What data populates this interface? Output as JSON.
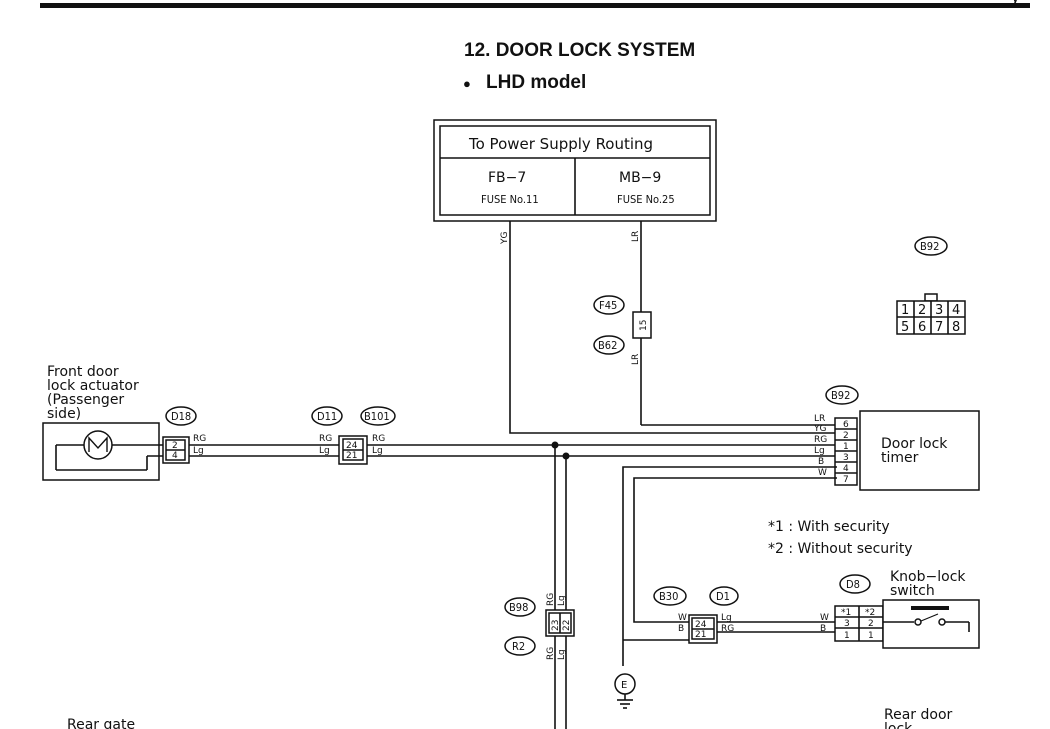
{
  "header": {
    "corner_text": "y",
    "title": "12.  DOOR LOCK SYSTEM",
    "subtitle_bullet": "●",
    "subtitle": "LHD model"
  },
  "power_box": {
    "title": "To Power Supply Routing",
    "left_code": "FB−7",
    "left_fuse": "FUSE No.11",
    "right_code": "MB−9",
    "right_fuse": "FUSE No.25"
  },
  "wire_colors": {
    "yg": "YG",
    "lr": "LR",
    "rg": "RG",
    "lg": "Lg",
    "b": "B",
    "w": "W"
  },
  "connectors": {
    "b92": "B92",
    "f45": "F45",
    "b62": "B62",
    "d18": "D18",
    "d11": "D11",
    "b101": "B101",
    "b98": "B98",
    "r2": "R2",
    "b30": "B30",
    "d1": "D1",
    "d8": "D8"
  },
  "pins": {
    "f45_pin": "15",
    "d18": [
      "2",
      "4"
    ],
    "d11": [
      "24",
      "21"
    ],
    "b98": [
      "23",
      "22"
    ],
    "b30": [
      "24",
      "21"
    ],
    "timer": [
      "6",
      "2",
      "1",
      "3",
      "4",
      "7"
    ],
    "d8_header": [
      "*1",
      "*2"
    ],
    "d8_row1": [
      "3",
      "2"
    ],
    "d8_row2": [
      "1",
      "1"
    ],
    "b92_layout_top": [
      "1",
      "2",
      "3",
      "4"
    ],
    "b92_layout_bottom": [
      "5",
      "6",
      "7",
      "8"
    ]
  },
  "components": {
    "front_door_actuator": [
      "Front door",
      "lock actuator",
      "(Passenger",
      " side)"
    ],
    "door_lock_timer": [
      "Door lock",
      "timer"
    ],
    "knob_lock_switch": [
      "Knob−lock",
      "switch"
    ],
    "rear_gate": "Rear gate",
    "rear_door_lock": [
      "Rear door",
      "lock"
    ],
    "ground": "E"
  },
  "notes": {
    "n1": "*1 : With security",
    "n2": "*2 : Without security"
  }
}
